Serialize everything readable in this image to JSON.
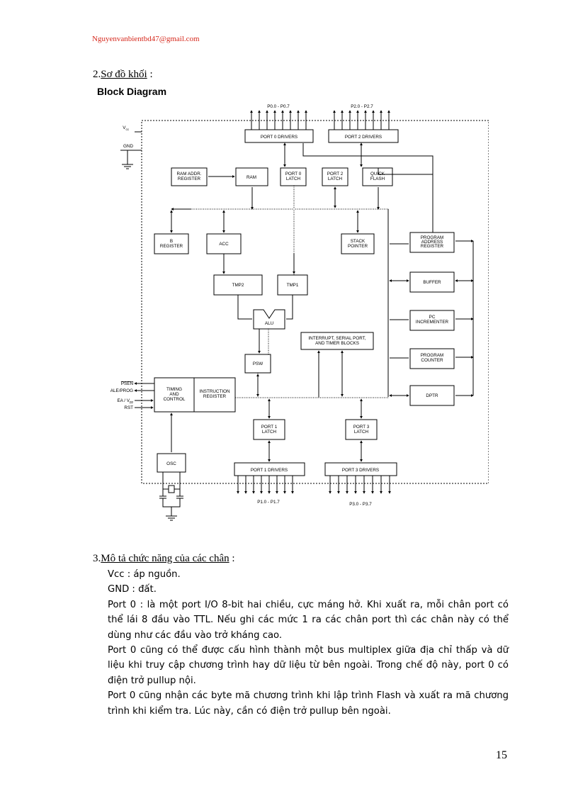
{
  "header": {
    "email": "Nguyenvanbientbd47@gmail.com"
  },
  "section2": {
    "number": "2.",
    "title": "Sơ đồ khối",
    "suffix": " :"
  },
  "diagram": {
    "title": "Block Diagram",
    "labels": {
      "p0_pins": "P0.0 - P0.7",
      "p2_pins": "P2.0 - P2.7",
      "vcc": "V",
      "vcc_sub": "cc",
      "gnd": "GND",
      "port0_drivers": "PORT 0 DRIVERS",
      "port2_drivers": "PORT 2 DRIVERS",
      "ram_addr_1": "RAM ADDR.",
      "ram_addr_2": "REGISTER",
      "ram": "RAM",
      "port0_latch_1": "PORT 0",
      "port0_latch_2": "LATCH",
      "port2_latch_1": "PORT 2",
      "port2_latch_2": "LATCH",
      "quick_flash_1": "QUICK",
      "quick_flash_2": "FLASH",
      "b_reg_1": "B",
      "b_reg_2": "REGISTER",
      "acc": "ACC",
      "stack_1": "STACK",
      "stack_2": "POINTER",
      "pa_reg_1": "PROGRAM",
      "pa_reg_2": "ADDRESS",
      "pa_reg_3": "REGISTER",
      "tmp2": "TMP2",
      "tmp1": "TMP1",
      "buffer": "BUFFER",
      "alu": "ALU",
      "pc_inc_1": "PC",
      "pc_inc_2": "INCREMENTER",
      "interrupt_1": "INTERRUPT, SERIAL PORT,",
      "interrupt_2": "AND TIMER BLOCKS",
      "psw": "PSW",
      "prog_counter_1": "PROGRAM",
      "prog_counter_2": "COUNTER",
      "psen": "PSEN",
      "ale": "ALE/PROG",
      "ea": "EA / V",
      "ea_sub": "pp",
      "rst": "RST",
      "timing_1": "TIMING",
      "timing_2": "AND",
      "timing_3": "CONTROL",
      "instr_1": "INSTRUCTION",
      "instr_2": "REGISTER",
      "dptr": "DPTR",
      "port1_latch_1": "PORT 1",
      "port1_latch_2": "LATCH",
      "port3_latch_1": "PORT 3",
      "port3_latch_2": "LATCH",
      "osc": "OSC",
      "port1_drivers": "PORT 1 DRIVERS",
      "port3_drivers": "PORT 3 DRIVERS",
      "p1_pins": "P1.0 - P1.7",
      "p3_pins": "P3.0 - P3.7"
    }
  },
  "section3": {
    "number": "3.",
    "title": "Mô tả chức năng của các chân",
    "suffix": " :"
  },
  "paragraphs": [
    "Vcc : áp nguồn.",
    "GND : đất.",
    "Port 0 : là một port I/O 8-bit hai chiều, cực máng hở. Khi xuất ra, mỗi chân port có thể lái 8 đầu vào TTL. Nếu ghi các mức 1 ra các chân port thì các chân này có thể dùng như các đầu vào trở kháng cao.",
    "Port 0 cũng có thể được cấu hình  thành một bus multiplex giữa địa chỉ thấp và dữ liệu khi truy cập chương trình hay dữ liệu từ bên ngoài. Trong chế độ này, port 0 có điện trở pullup nội.",
    "Port 0 cũng nhận các byte mã chương trình khi lập trình Flash và xuất ra mã chương trình khi kiểm tra. Lúc này, cần có điện trở pullup bên ngoài."
  ],
  "page_number": "15"
}
